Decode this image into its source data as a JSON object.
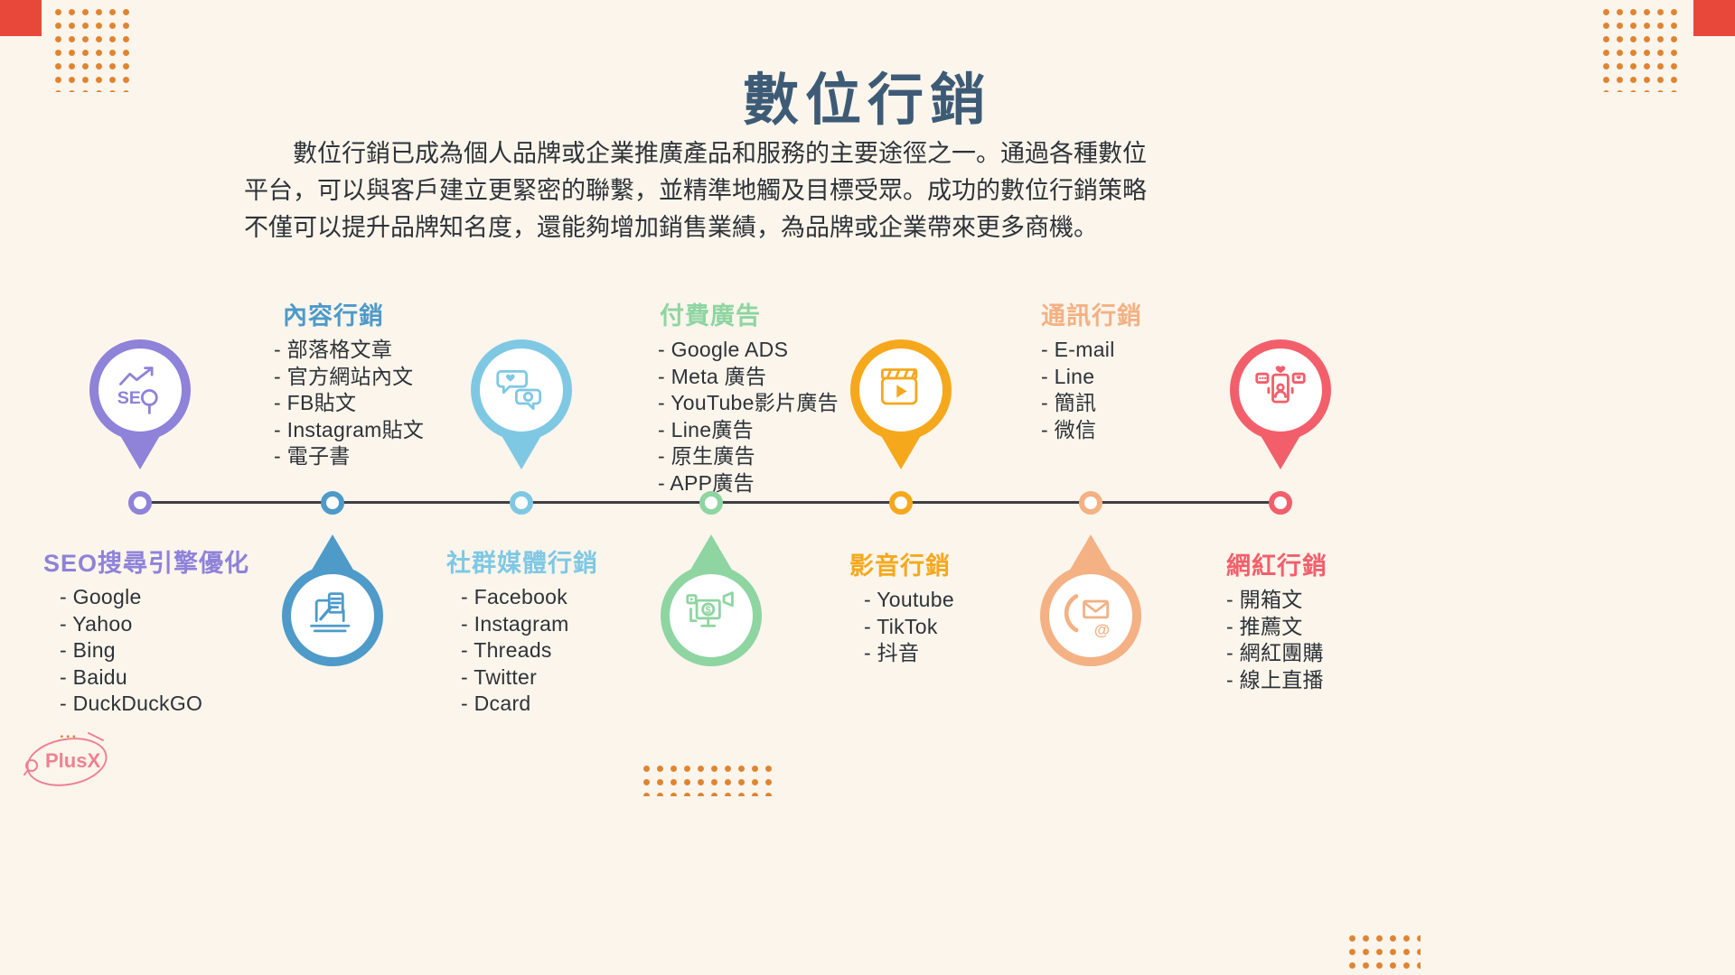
{
  "colors": {
    "background": "#fbf5ec",
    "title": "#3e5b76",
    "body_text": "#2e3338",
    "timeline_line": "#3f3f44",
    "decor_dots": "#df8430",
    "decor_corner": "#e8483a",
    "logo": "#ef8191"
  },
  "header": {
    "title": "數位行銷",
    "intro_lines": [
      "　　數位行銷已成為個人品牌或企業推廣產品和服務的主要途徑之一。通過各種數位",
      "平台，可以與客戶建立更緊密的聯繫，並精準地觸及目標受眾。成功的數位行銷策略",
      "不僅可以提升品牌知名度，還能夠增加銷售業績，為品牌或企業帶來更多商機。"
    ]
  },
  "icon_texts": {
    "seo": "SE",
    "dollar": "$",
    "at": "@"
  },
  "timeline": {
    "nodes": [
      {
        "title": "SEO搜尋引擎優化",
        "color": "#8e82d9",
        "icon": "seo-magnifier-icon",
        "items": [
          "- Google",
          "- Yahoo",
          "- Bing",
          "- Baidu",
          "- DuckDuckGO"
        ]
      },
      {
        "title": "內容行銷",
        "color": "#4e9ac9",
        "icon": "laptop-writing-icon",
        "items": [
          "- 部落格文章",
          "- 官方網站內文",
          "- FB貼文",
          "- Instagram貼文",
          "- 電子書"
        ]
      },
      {
        "title": "社群媒體行銷",
        "color": "#7fc8e4",
        "icon": "chat-bubbles-icon",
        "items": [
          "- Facebook",
          "- Instagram",
          "- Threads",
          "- Twitter",
          "- Dcard"
        ]
      },
      {
        "title": "付費廣告",
        "color": "#8ed5a1",
        "icon": "ads-computer-icon",
        "items": [
          "- Google  ADS",
          "- Meta 廣告",
          "- YouTube影片廣告",
          "- Line廣告",
          "- 原生廣告",
          "- APP廣告"
        ]
      },
      {
        "title": "影音行銷",
        "color": "#f6a81c",
        "icon": "video-clapper-icon",
        "items": [
          "- Youtube",
          "- TikTok",
          "- 抖音"
        ]
      },
      {
        "title": "通訊行銷",
        "color": "#f4b184",
        "icon": "phone-mail-icon",
        "items": [
          "- E-mail",
          "- Line",
          "- 簡訊",
          "- 微信"
        ]
      },
      {
        "title": "網紅行銷",
        "color": "#f25f6b",
        "icon": "influencer-phone-icon",
        "items": [
          "- 開箱文",
          "- 推薦文",
          "- 網紅團購",
          "- 線上直播"
        ]
      }
    ]
  },
  "logo": {
    "dots": "...",
    "text": "PlusX"
  }
}
